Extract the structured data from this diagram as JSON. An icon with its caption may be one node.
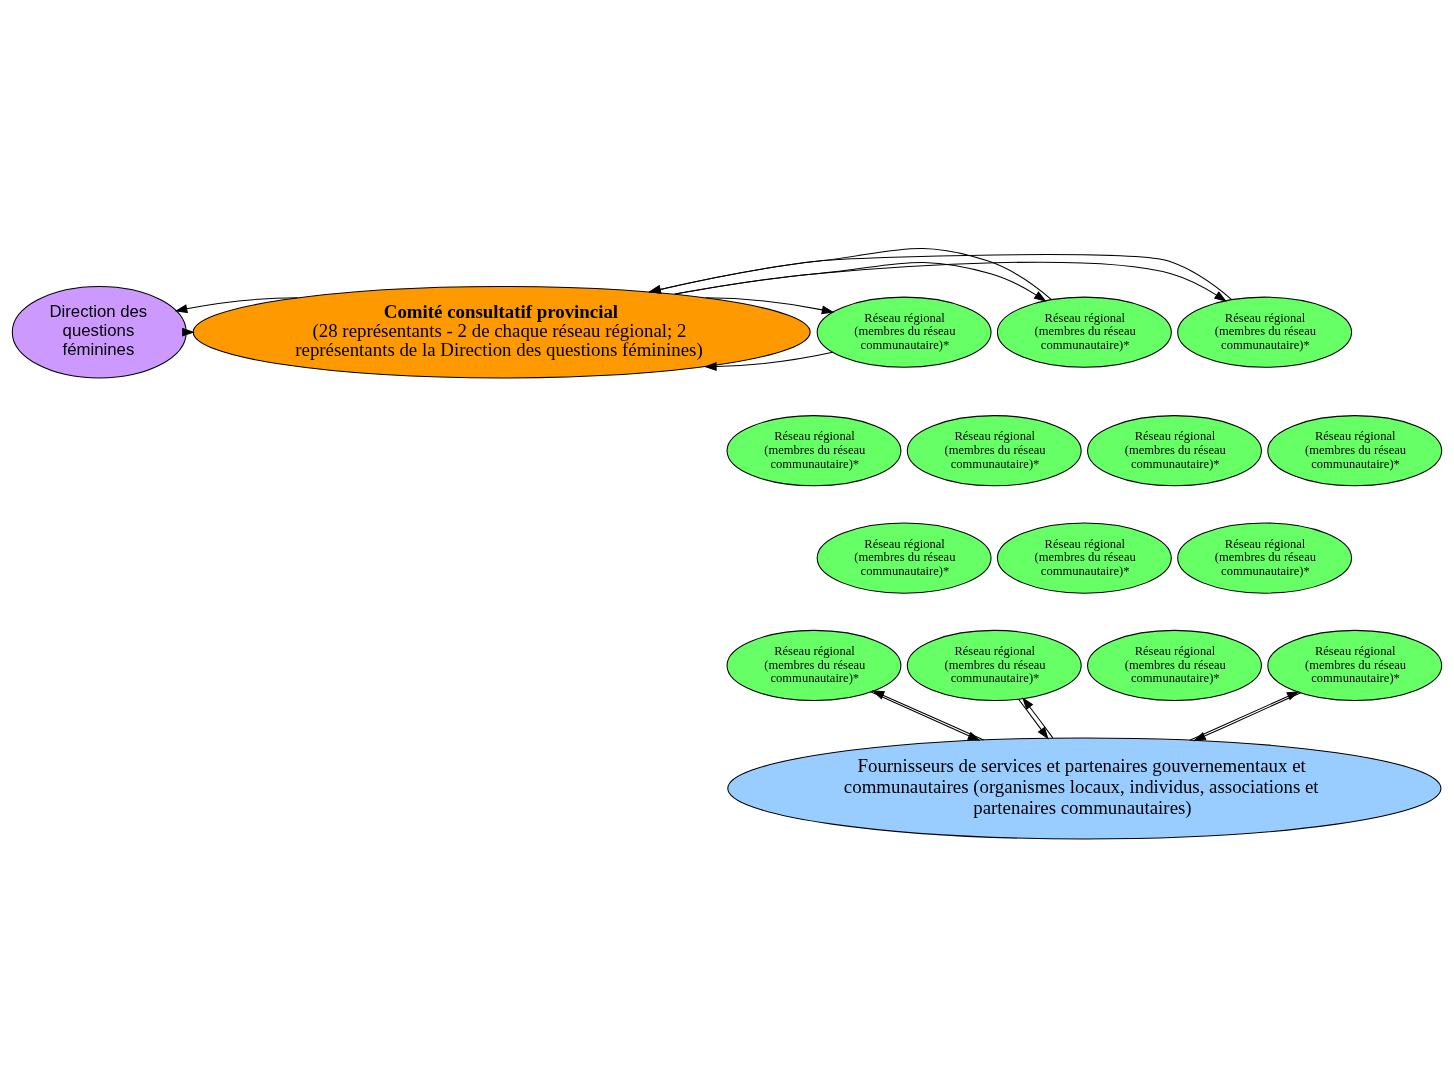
{
  "diagram": {
    "nodes": [
      {
        "text": [
          "Direction des questions féminines"
        ]
      },
      {
        "text": [
          "Comité consultatif provincial",
          "(28 représentants - 2 de chaque réseau régional; 2 représentants de la Direction des questions féminines)"
        ]
      },
      {
        "text": [
          "Réseau régional (membres du réseau communautaire)*"
        ]
      },
      {
        "text": [
          "Réseau régional (membres du réseau communautaire)*"
        ]
      },
      {
        "text": [
          "Réseau régional (membres du réseau communautaire)*"
        ]
      },
      {
        "text": [
          "Réseau régional (membres du réseau communautaire)*"
        ]
      },
      {
        "text": [
          "Réseau régional (membres du réseau communautaire)*"
        ]
      },
      {
        "text": [
          "Réseau régional (membres du réseau communautaire)*"
        ]
      },
      {
        "text": [
          "Réseau régional (membres du réseau communautaire)*"
        ]
      },
      {
        "text": [
          "Réseau régional (membres du réseau communautaire)*"
        ]
      },
      {
        "text": [
          "Réseau régional (membres du réseau communautaire)*"
        ]
      },
      {
        "text": [
          "Réseau régional (membres du réseau communautaire)*"
        ]
      },
      {
        "text": [
          "Réseau régional (membres du réseau communautaire)*"
        ]
      },
      {
        "text": [
          "Réseau régional (membres du réseau communautaire)*"
        ]
      },
      {
        "text": [
          "Réseau régional (membres du réseau communautaire)*"
        ]
      },
      {
        "text": [
          "Réseau régional (membres du réseau communautaire)*"
        ]
      },
      {
        "text": [
          "Fournisseurs de services et partenaires gouvernementaux et communautaires (organismes locaux, individus, associations et partenaires communautaires)"
        ]
      }
    ],
    "edges": [
      {
        "from": 0,
        "to": 1,
        "arrow": "to"
      },
      {
        "from": 1,
        "to": 0,
        "arrow": "to"
      },
      {
        "from": 2,
        "to": 1,
        "arrow": "to"
      },
      {
        "from": 1,
        "to": 2,
        "arrow": "to"
      },
      {
        "from": 1,
        "to": 3,
        "arrow": "to"
      },
      {
        "from": 3,
        "to": 1,
        "arrow": "to"
      },
      {
        "from": 1,
        "to": 4,
        "arrow": "to"
      },
      {
        "from": 4,
        "to": 1,
        "arrow": "to"
      },
      {
        "from": 12,
        "to": 16,
        "arrow": "to"
      },
      {
        "from": 16,
        "to": 12,
        "arrow": "to"
      },
      {
        "from": 13,
        "to": 16,
        "arrow": "to"
      },
      {
        "from": 16,
        "to": 13,
        "arrow": "to"
      },
      {
        "from": 16,
        "to": 15,
        "arrow": "to"
      },
      {
        "from": 15,
        "to": 16,
        "arrow": "to"
      }
    ]
  }
}
